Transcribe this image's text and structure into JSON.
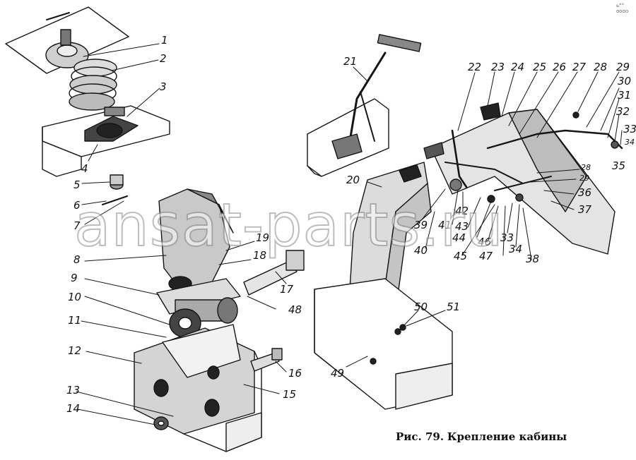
{
  "caption": {
    "prefix": "Рис. 79.",
    "title": "Крепление кабины"
  },
  "watermark": "ansat-parts.ru",
  "corner_mark": "ь°° оооо",
  "part_labels": [
    "1",
    "2",
    "3",
    "4",
    "5",
    "6",
    "7",
    "8",
    "9",
    "10",
    "11",
    "12",
    "13",
    "14",
    "15",
    "16",
    "17",
    "18",
    "19",
    "20",
    "21",
    "22",
    "23",
    "24",
    "25",
    "26",
    "27",
    "28",
    "29",
    "30",
    "31",
    "32",
    "33",
    "34",
    "35",
    "36",
    "37",
    "38",
    "39",
    "40",
    "41",
    "42",
    "43",
    "44",
    "45",
    "46",
    "47",
    "48",
    "49",
    "50",
    "51",
    "28",
    "29",
    "33",
    "34"
  ]
}
